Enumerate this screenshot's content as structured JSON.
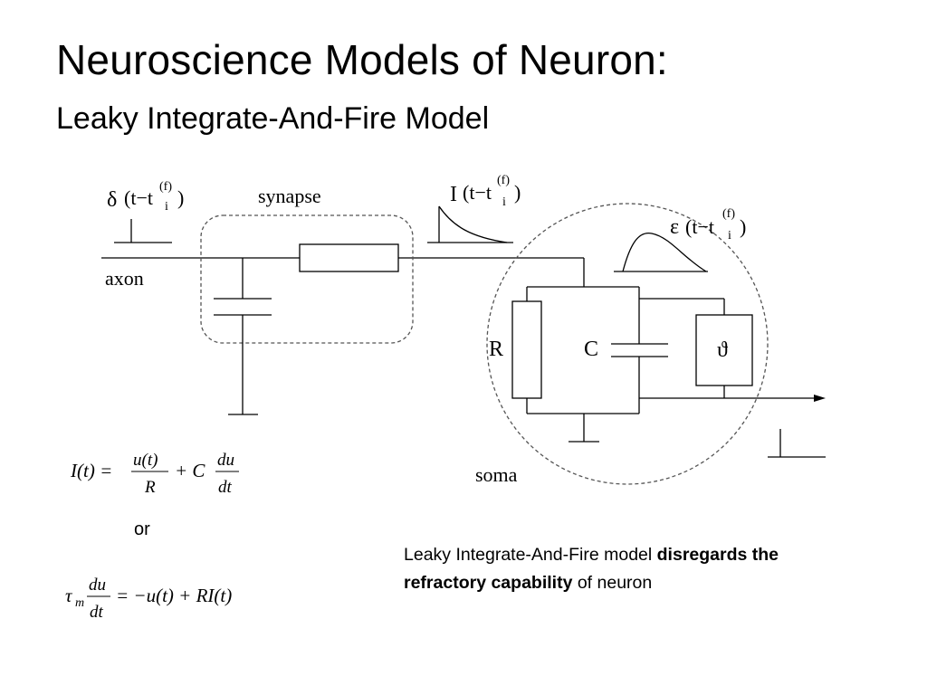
{
  "slide": {
    "title": "Neuroscience Models of Neuron:",
    "subtitle": "Leaky Integrate-And-Fire Model"
  },
  "diagram": {
    "delta_symbol": "δ",
    "delta_args": "(t−t",
    "delta_close": ")",
    "current_symbol": "I",
    "current_args": "(t−t",
    "current_close": ")",
    "epsilon_symbol": "ε",
    "epsilon_args": "(t−t",
    "epsilon_close": ")",
    "superscript_f": "(f)",
    "subscript_i": "i",
    "synapse_label": "synapse",
    "axon_label": "axon",
    "soma_label": "soma",
    "resistor_label": "R",
    "capacitor_label": "C",
    "threshold_label": "ϑ"
  },
  "equations": {
    "eq1_lhs": "I(t) =",
    "eq1_num1": "u(t)",
    "eq1_den1": "R",
    "eq1_plus": "+ C",
    "eq1_num2": "du",
    "eq1_den2": "dt",
    "or_label": "or",
    "eq2_tau": "τ",
    "eq2_sub": "m",
    "eq2_num": "du",
    "eq2_den": "dt",
    "eq2_rhs": "= −u(t) + RI(t)"
  },
  "note": {
    "part1": "Leaky Integrate-And-Fire model ",
    "bold": "disregards the refractory capability",
    "part2": " of neuron"
  }
}
